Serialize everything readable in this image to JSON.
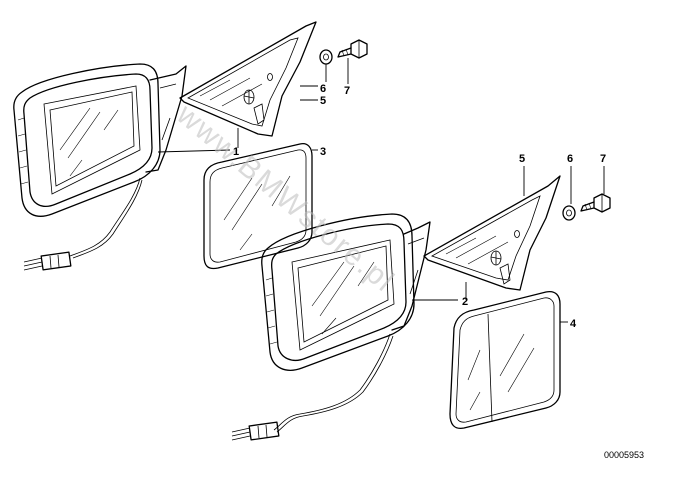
{
  "callouts": {
    "left_assembly": "1",
    "right_assembly": "2",
    "left_glass": "3",
    "right_glass": "4",
    "left_base": "5",
    "left_washer": "6",
    "left_screw": "7",
    "right_base": "5",
    "right_washer": "6",
    "right_screw": "7"
  },
  "watermark": "www.BMWstore.pl",
  "part_number": "00005953"
}
